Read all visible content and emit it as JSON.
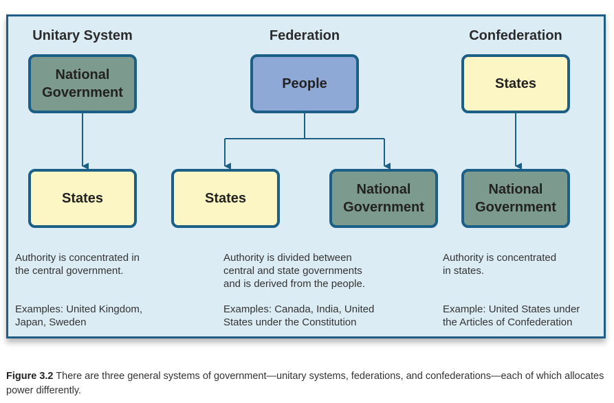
{
  "columns": {
    "unitary": {
      "title": "Unitary System",
      "top_box": "National\nGovernment",
      "bottom_box": "States",
      "authority": "Authority is concentrated in\nthe central government.",
      "examples": "Examples: United Kingdom,\nJapan, Sweden"
    },
    "federation": {
      "title": "Federation",
      "top_box": "People",
      "bottom_left_box": "States",
      "bottom_right_box": "National\nGovernment",
      "authority": "Authority is divided between\ncentral and state governments\nand is derived from the people.",
      "examples": "Examples: Canada, India, United\nStates under the Constitution"
    },
    "confederation": {
      "title": "Confederation",
      "top_box": "States",
      "bottom_box": "National\nGovernment",
      "authority": "Authority is concentrated\nin states.",
      "examples": "Example: United States under\nthe Articles of Confederation"
    }
  },
  "colors": {
    "frame_border": "#1f5d86",
    "frame_background": "#dcecf4",
    "national_box": "#7d9a8e",
    "states_box": "#fbf6c4",
    "people_box": "#8ea9d6",
    "connector": "#1b5e86"
  },
  "caption": {
    "label": "Figure 3.2",
    "text": " There are three general systems of government—unitary systems, federations, and confederations—each of which allocates power differently."
  }
}
